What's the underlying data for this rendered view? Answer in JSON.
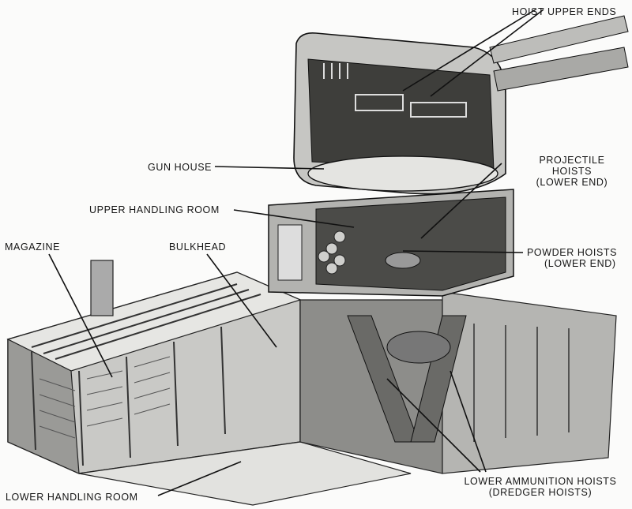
{
  "title": "Gun turret cutaway — ammunition handling arrangement",
  "labels": {
    "hoist_upper_ends": "HOIST UPPER ENDS",
    "gun_house": "GUN HOUSE",
    "projectile_hoists_1": "PROJECTILE",
    "projectile_hoists_2": "HOISTS",
    "projectile_hoists_3": "(LOWER END)",
    "upper_handling_room": "UPPER HANDLING ROOM",
    "magazine": "MAGAZINE",
    "bulkhead": "BULKHEAD",
    "powder_hoists_1": "POWDER HOISTS",
    "powder_hoists_2": "(LOWER END)",
    "lower_ammunition_hoists_1": "LOWER AMMUNITION HOISTS",
    "lower_ammunition_hoists_2": "(DREDGER HOISTS)",
    "lower_handling_room": "LOWER HANDLING ROOM"
  },
  "colors": {
    "ink": "#151515",
    "dark": "#3a3a3a",
    "mid": "#8a8a8a",
    "light": "#d6d6d4",
    "paper": "#fbfbfa"
  }
}
